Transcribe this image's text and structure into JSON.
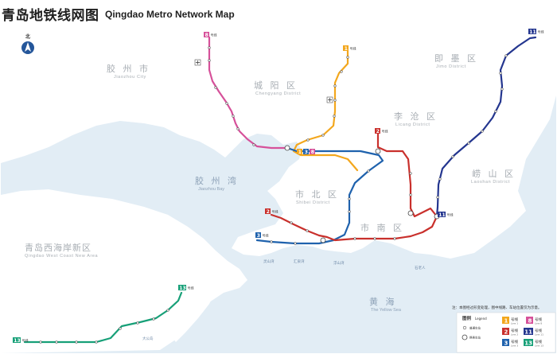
{
  "title": {
    "cn": "青岛地铁线网图",
    "en": "Qingdao Metro Network Map"
  },
  "compass": {
    "label": "北"
  },
  "regions": [
    {
      "id": "jiaozhou",
      "cn": "胶 州 市",
      "en": "Jiaozhou City"
    },
    {
      "id": "chengyang",
      "cn": "城 阳 区",
      "en": "Chengyang District"
    },
    {
      "id": "jimo",
      "cn": "即 墨 区",
      "en": "Jimo District"
    },
    {
      "id": "licang",
      "cn": "李 沧 区",
      "en": "Licang District"
    },
    {
      "id": "shibei",
      "cn": "市 北 区",
      "en": "Shibei District"
    },
    {
      "id": "shinan",
      "cn": "市 南 区",
      "en": ""
    },
    {
      "id": "laoshan",
      "cn": "崂 山 区",
      "en": "Laoshan District"
    },
    {
      "id": "xihaian",
      "cn": "青岛西海岸新区",
      "en": "Qingdao West Coast New Area"
    }
  ],
  "seas": [
    {
      "id": "jiaozhou-bay",
      "cn": "胶 州 湾",
      "en": "Jiaozhou Bay"
    },
    {
      "id": "yellow-sea",
      "cn": "黄 海",
      "en": "The Yellow Sea"
    }
  ],
  "small_labels": [
    "灵山湾",
    "汇泉湾",
    "浮山湾",
    "大公岛",
    "石老人"
  ],
  "lines": [
    {
      "id": "line1",
      "number": "1",
      "cn": "号线",
      "en": "Line 1",
      "color": "#f3a71d"
    },
    {
      "id": "line2",
      "number": "2",
      "cn": "号线",
      "en": "Line 2",
      "color": "#c9302c"
    },
    {
      "id": "line3",
      "number": "3",
      "cn": "号线",
      "en": "Line 3",
      "color": "#1f62ad"
    },
    {
      "id": "line8",
      "number": "8",
      "cn": "号线",
      "en": "Line 8",
      "color": "#d6519a"
    },
    {
      "id": "line11",
      "number": "11",
      "cn": "号线",
      "en": "Line 11",
      "color": "#24368f"
    },
    {
      "id": "line13",
      "number": "13",
      "cn": "号线",
      "en": "Line 13",
      "color": "#17a078"
    }
  ],
  "shared_station_badges": [
    "1",
    "3",
    "8"
  ],
  "legend": {
    "title": "图例",
    "title_en": "Legend",
    "station": "普通车站",
    "transfer": "换乘车站",
    "note": "注：本图经过形变处理，图中线路、车站位置仅为示意。"
  }
}
